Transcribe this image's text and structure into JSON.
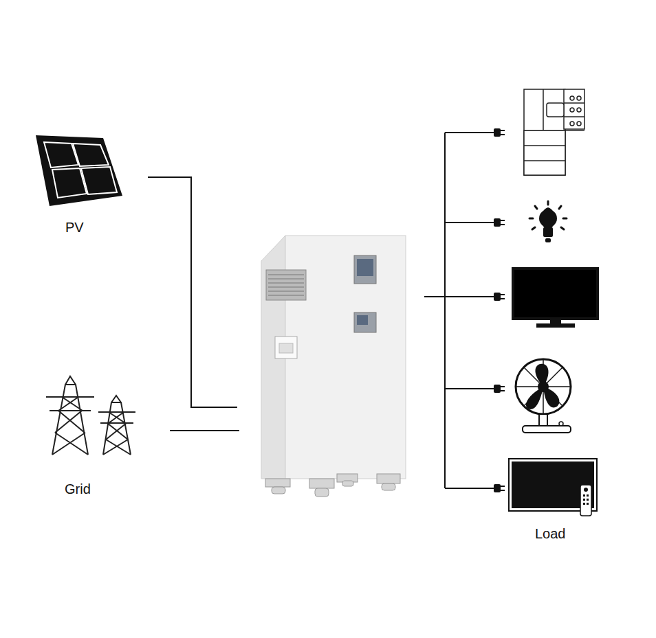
{
  "diagram": {
    "labels": [
      "PV",
      "Grid",
      "Load"
    ]
  }
}
